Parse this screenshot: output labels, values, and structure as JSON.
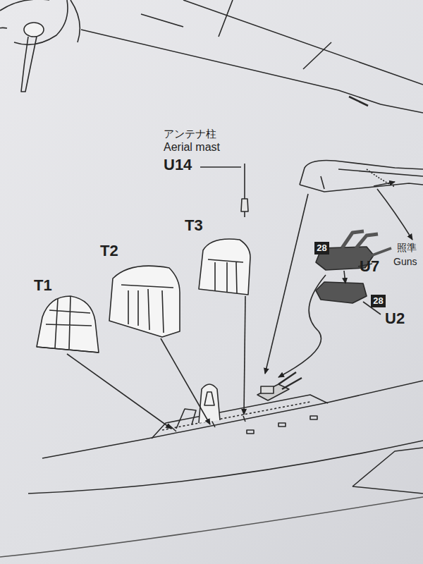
{
  "diagram": {
    "nodes": [
      {
        "text": [
          "28"
        ]
      },
      {
        "text": [
          "28"
        ]
      }
    ],
    "labels": [
      "アンテナ柱",
      "Aerial mast",
      "U14",
      "T3",
      "T2",
      "T1",
      "U7",
      "U2",
      "照準",
      "Guns"
    ]
  }
}
